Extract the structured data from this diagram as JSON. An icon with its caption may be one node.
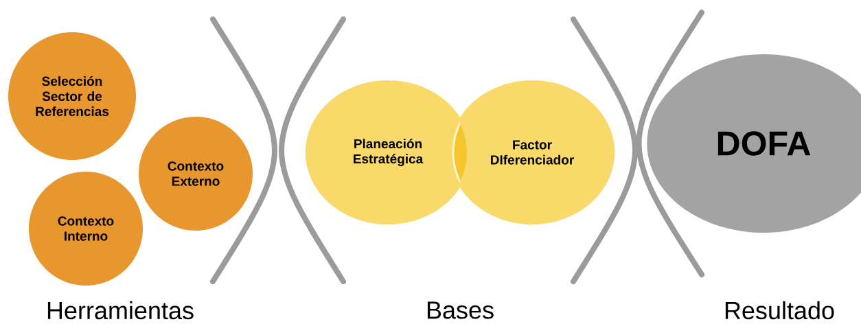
{
  "diagram": {
    "nodes": [
      {
        "text": [
          "Selección Sector de Referencias"
        ]
      },
      {
        "text": [
          "Contexto Externo"
        ]
      },
      {
        "text": [
          "Contexto Interno"
        ]
      },
      {
        "text": [
          "Planeación Estratégica"
        ]
      },
      {
        "text": [
          "Factor DIferenciador"
        ]
      },
      {
        "text": [
          "DOFA"
        ]
      }
    ],
    "labels": [
      "Herramientas",
      "Bases",
      "Resultado"
    ]
  }
}
